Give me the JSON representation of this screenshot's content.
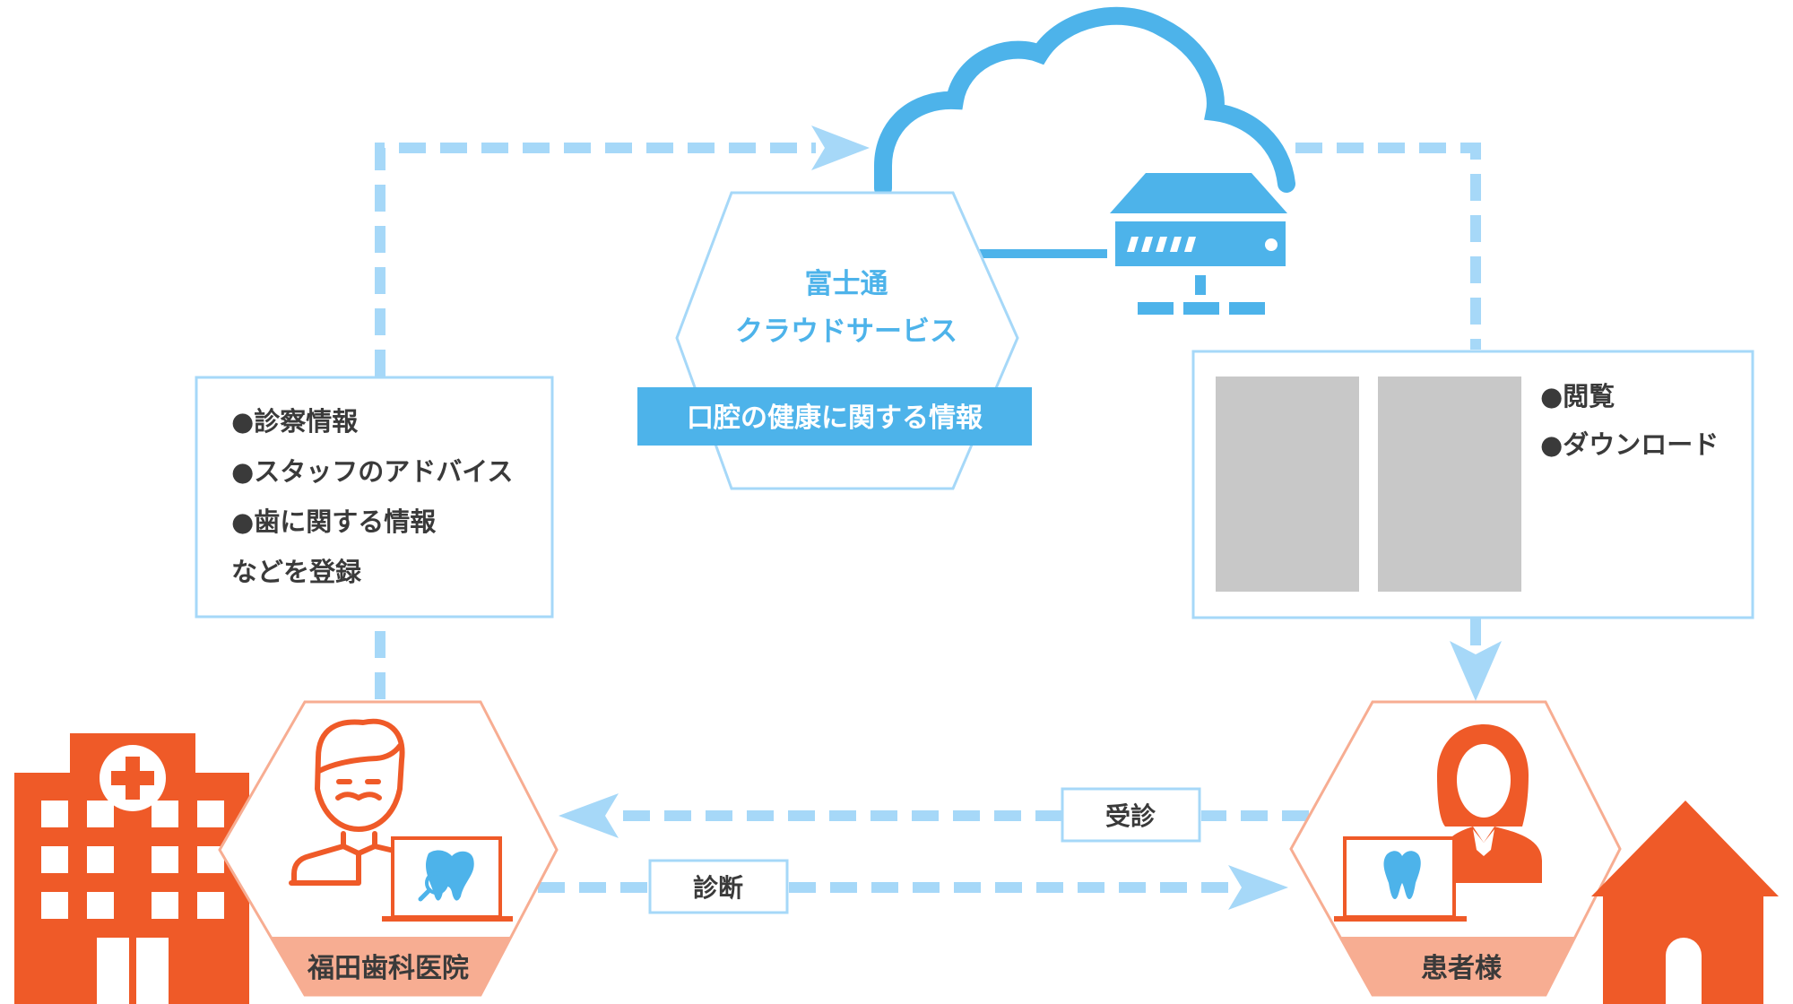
{
  "cloud": {
    "title": "富士通",
    "subtitle": "クラウドサービス",
    "banner": "口腔の健康に関する情報"
  },
  "register_box": {
    "items": [
      "●診察情報",
      "●スタッフのアドバイス",
      "●歯に関する情報"
    ],
    "footer": "などを登録"
  },
  "view_box": {
    "items": [
      "●閲覧",
      "●ダウンロード"
    ]
  },
  "flows": {
    "exam_label": "受診",
    "diagnosis_label": "診断"
  },
  "clinic": {
    "label": "福田歯科医院"
  },
  "patient": {
    "label": "患者様"
  },
  "colors": {
    "accent_blue": "#4db3ea",
    "dash_blue": "#a6d8f8",
    "orange": "#ef5a28",
    "peach": "#f7ad92",
    "gray": "#c8c8c8"
  }
}
